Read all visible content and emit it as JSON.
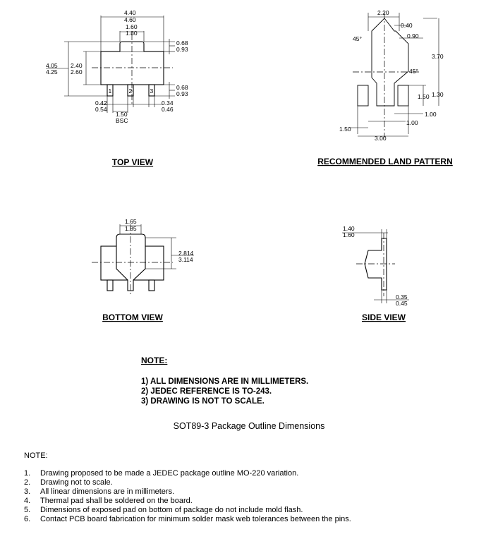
{
  "views": {
    "top_view": {
      "title": "TOP VIEW",
      "dim_width_min": "4.40",
      "dim_width_max": "4.60",
      "dim_tab_min": "1.60",
      "dim_tab_max": "1.80",
      "dim_tabh_min": "0.68",
      "dim_tabh_max": "0.93",
      "dim_h_min": "4.05",
      "dim_h_max": "4.25",
      "dim_body_min": "2.40",
      "dim_body_max": "2.60",
      "dim_lead_min": "0.68",
      "dim_lead_max": "0.93",
      "dim_leadw_min": "0.42",
      "dim_leadw_max": "0.54",
      "dim_mid_min": "0.34",
      "dim_mid_max": "0.46",
      "dim_pitch": "1.50",
      "dim_pitch_note": "BSC",
      "pin1": "1",
      "pin2": "2",
      "pin3": "3"
    },
    "land_pattern": {
      "title": "RECOMMENDED LAND PATTERN",
      "dim_top": "2.20",
      "dim_040": "0.40",
      "dim_090": "0.90",
      "angle1": "45°",
      "angle2": "45°",
      "dim_370": "3.70",
      "dim_150a": "1.50",
      "dim_130": "1.30",
      "dim_100a": "1.00",
      "dim_100b": "1.00",
      "dim_150b": "1.50",
      "dim_300": "3.00"
    },
    "bottom_view": {
      "title": "BOTTOM VIEW",
      "dim_pad_min": "1.65",
      "dim_pad_max": "1.85",
      "dim_padh_min": "2.814",
      "dim_padh_max": "3.114"
    },
    "side_view": {
      "title": "SIDE VIEW",
      "dim_h_min": "1.40",
      "dim_h_max": "1.60",
      "dim_t_min": "0.35",
      "dim_t_max": "0.45"
    }
  },
  "note_block": {
    "title": "NOTE:",
    "lines": [
      "1) ALL DIMENSIONS ARE IN MILLIMETERS.",
      "2) JEDEC REFERENCE IS TO-243.",
      "3) DRAWING IS NOT TO SCALE."
    ]
  },
  "caption": "SOT89-3 Package Outline Dimensions",
  "notes": {
    "title": "NOTE:",
    "items": [
      {
        "num": "1.",
        "text": "Drawing proposed to be made a JEDEC package outline MO-220 variation."
      },
      {
        "num": "2.",
        "text": "Drawing not to scale."
      },
      {
        "num": "3.",
        "text": "All linear dimensions are in millimeters."
      },
      {
        "num": "4.",
        "text": "Thermal pad shall be soldered on the board."
      },
      {
        "num": "5.",
        "text": "Dimensions of exposed pad on bottom of package do not include mold flash."
      },
      {
        "num": "6.",
        "text": "Contact PCB board fabrication for minimum solder mask web tolerances between the pins."
      }
    ]
  }
}
